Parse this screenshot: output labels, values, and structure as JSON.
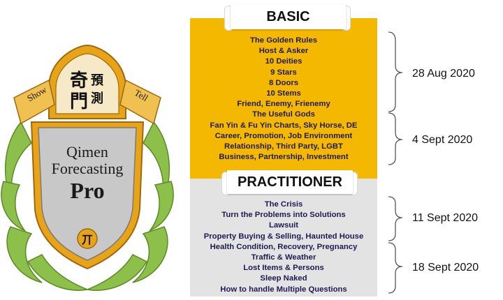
{
  "crest": {
    "ribbon_left": "Show",
    "ribbon_right": "Tell",
    "chinese_chars": [
      "奇",
      "門",
      "預",
      "測"
    ],
    "title_line1": "Qimen",
    "title_line2": "Forecasting",
    "title_line3": "Pro",
    "emblem": "丌"
  },
  "basic": {
    "header": "BASIC",
    "topics": [
      "The Golden Rules",
      "Host & Asker",
      "10 Deities",
      "9 Stars",
      "8 Doors",
      "10 Stems",
      "Friend, Enemy, Frienemy",
      "The Useful Gods",
      "Fan Yin & Fu Yin Charts, Sky Horse, DE",
      "Career, Promotion, Job Environment",
      "Relationship, Third Party, LGBT",
      "Business, Partnership, Investment"
    ]
  },
  "practitioner": {
    "header": "PRACTITIONER",
    "topics": [
      "The Crisis",
      "Turn the Problems into Solutions",
      "Lawsuit",
      "Property Buying & Selling, Haunted House",
      "Health Condition, Recovery, Pregnancy",
      "Traffic & Weather",
      "Lost Items & Persons",
      "Sleep Naked",
      "How to handle Multiple Questions"
    ]
  },
  "schedule": {
    "dates": [
      "28 Aug 2020",
      "4 Sept 2020",
      "11 Sept 2020",
      "18 Sept 2020"
    ]
  },
  "colors": {
    "basic_bg": "#f5b800",
    "practitioner_bg": "#e3e3e3",
    "topic_text": "#1e1a52",
    "crest_gold": "#e8a317",
    "crest_green": "#7db33a",
    "crest_shield": "#c8c8c8"
  }
}
